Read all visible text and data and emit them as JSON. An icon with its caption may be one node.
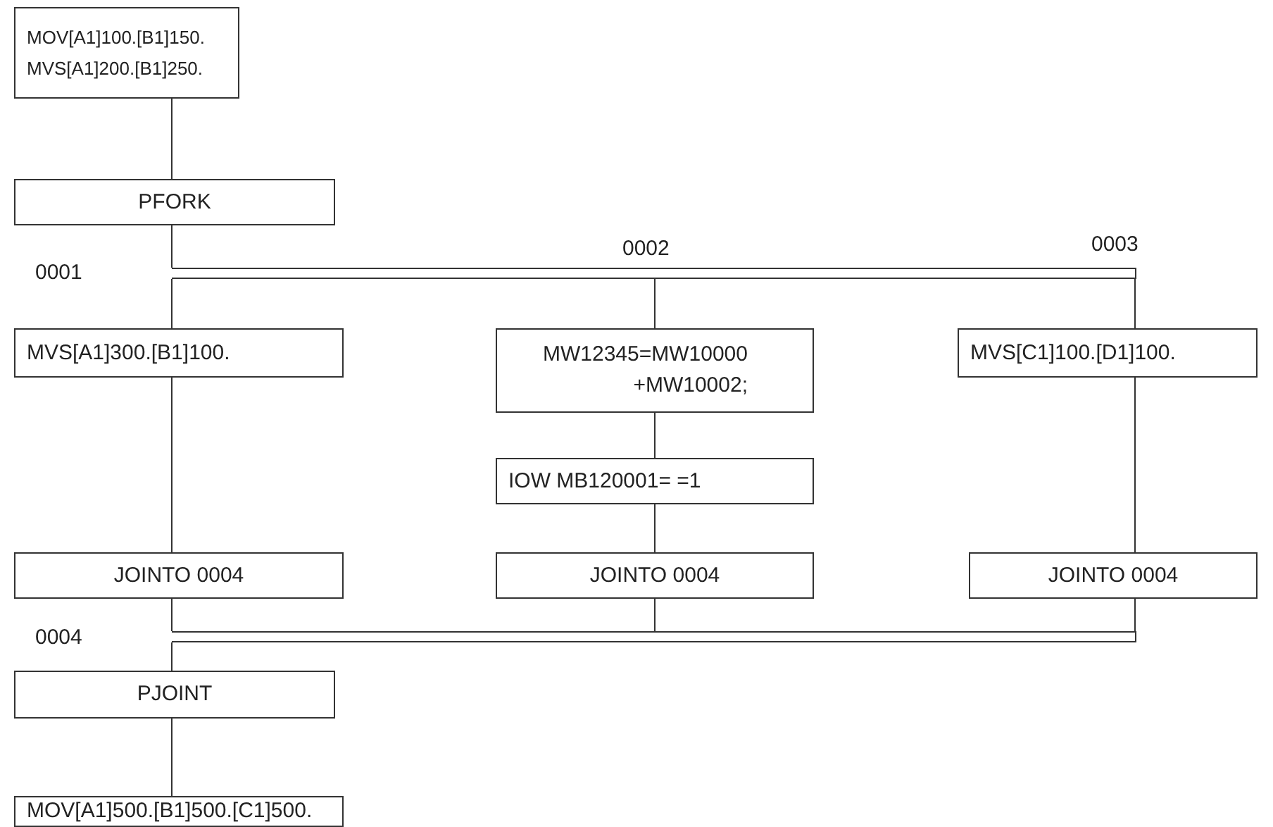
{
  "diagram": {
    "nodes": [
      {
        "text": [
          "MOV[A1]100.[B1]150. MVS[A1]200.[B1]250."
        ]
      },
      {
        "text": [
          "PFORK"
        ]
      },
      {
        "text": [],
        "shape": "bar",
        "beside": [
          "0002",
          "0003"
        ]
      },
      {
        "text": [
          "MVS[A1]300.[B1]100."
        ]
      },
      {
        "text": [
          "MW12345=MW10000 +MW10002;"
        ]
      },
      {
        "text": [
          "MVS[C1]100.[D1]100."
        ]
      },
      {
        "text": [
          "IOW MB120001= =1"
        ]
      },
      {
        "text": [
          "JOINTO 0004"
        ]
      },
      {
        "text": [
          "JOINTO 0004"
        ]
      },
      {
        "text": [
          "JOINTO 0004"
        ]
      },
      {
        "text": [],
        "shape": "bar"
      },
      {
        "text": [
          "PJOINT"
        ]
      },
      {
        "text": [
          "MOV[A1]500.[B1]500.[C1]500."
        ]
      }
    ],
    "edges": [
      {
        "from": 0,
        "to": 1,
        "arrow": "none"
      },
      {
        "from": 1,
        "to": 2,
        "arrow": "none"
      },
      {
        "from": 2,
        "to": 3,
        "arrow": "none"
      },
      {
        "from": 2,
        "to": 4,
        "arrow": "none"
      },
      {
        "from": 2,
        "to": 5,
        "arrow": "none"
      },
      {
        "from": 3,
        "to": 7,
        "arrow": "none"
      },
      {
        "from": 4,
        "to": 6,
        "arrow": "none"
      },
      {
        "from": 6,
        "to": 8,
        "arrow": "none"
      },
      {
        "from": 5,
        "to": 9,
        "arrow": "none"
      },
      {
        "from": 7,
        "to": 10,
        "arrow": "none"
      },
      {
        "from": 8,
        "to": 10,
        "arrow": "none"
      },
      {
        "from": 9,
        "to": 10,
        "arrow": "none"
      },
      {
        "from": 10,
        "to": 11,
        "arrow": "none"
      },
      {
        "from": 11,
        "to": 12,
        "arrow": "none"
      }
    ],
    "labels": [
      "0001",
      "0004"
    ]
  }
}
